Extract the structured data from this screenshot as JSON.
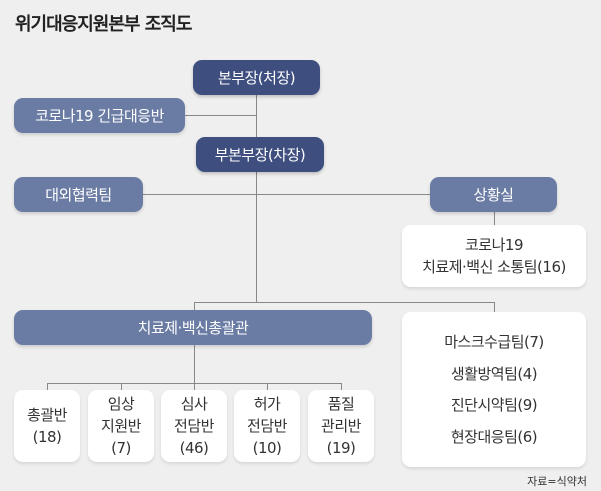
{
  "title": "위기대응지원본부 조직도",
  "head": "본부장(처장)",
  "emergency": "코로나19 긴급대응반",
  "deputy": "부본부장(차장)",
  "external": "대외협력팀",
  "situation": "상황실",
  "comm_team": {
    "line1": "코로나19",
    "line2": "치료제·백신 소통팀(16)"
  },
  "director": "치료제·백신총괄관",
  "sub_units": [
    {
      "line1": "총괄반",
      "line2": "(18)",
      "line3": ""
    },
    {
      "line1": "임상",
      "line2": "지원반",
      "line3": "(7)"
    },
    {
      "line1": "심사",
      "line2": "전담반",
      "line3": "(46)"
    },
    {
      "line1": "허가",
      "line2": "전담반",
      "line3": "(10)"
    },
    {
      "line1": "품질",
      "line2": "관리반",
      "line3": "(19)"
    }
  ],
  "teams": [
    "마스크수급팀(7)",
    "생활방역팀(4)",
    "진단시약팀(9)",
    "현장대응팀(6)"
  ],
  "source": "자료=식약처",
  "colors": {
    "dark": "#3e4e7f",
    "mid": "#6b7ca4",
    "bg": "#efefef"
  }
}
